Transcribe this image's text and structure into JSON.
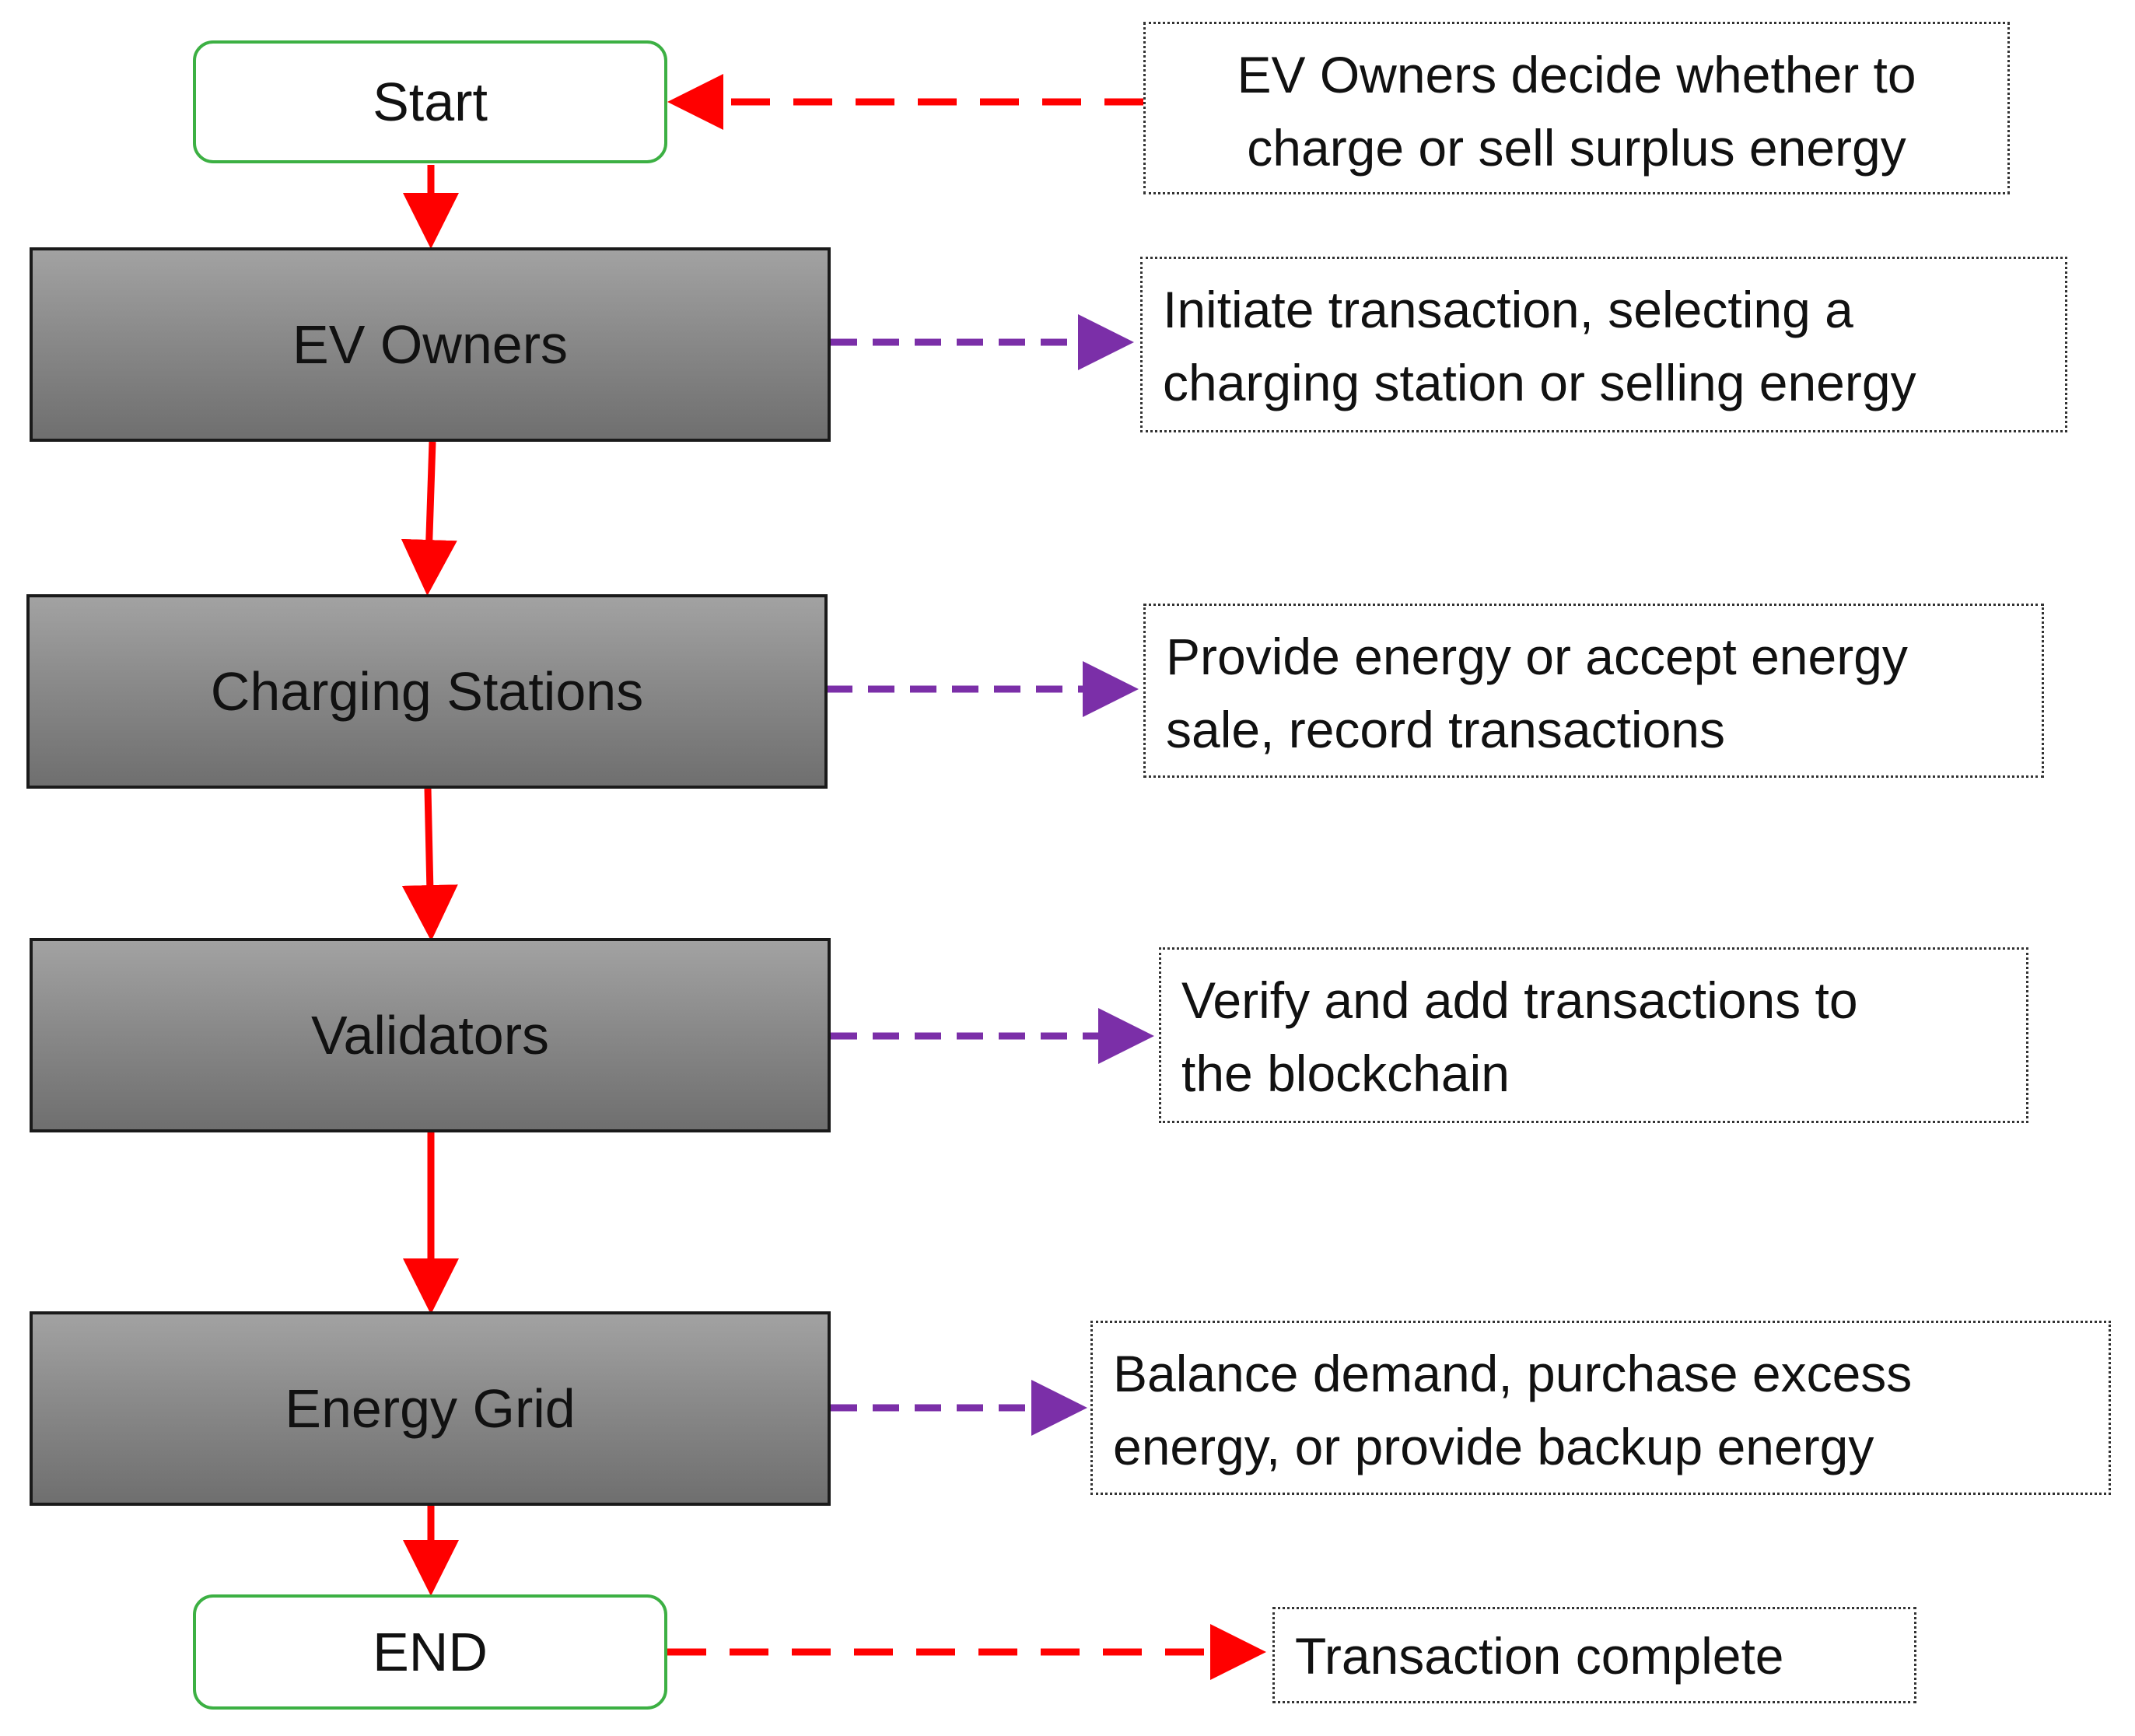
{
  "colors": {
    "flow_arrow": "#ff0000",
    "note_arrow_start_end": "#ff0000",
    "note_arrow_actor": "#7b2fa8",
    "terminal_border": "#3cb043",
    "process_fill_top": "#a2a2a2",
    "process_fill_bottom": "#6f6f6f"
  },
  "nodes": {
    "start": "Start",
    "ev_owners": "EV Owners",
    "charging_stations": "Charging Stations",
    "validators": "Validators",
    "energy_grid": "Energy Grid",
    "end": "END"
  },
  "notes": {
    "start": [
      "EV Owners decide whether to",
      "charge or sell surplus energy"
    ],
    "ev_owners": [
      "Initiate transaction, selecting a",
      "charging station or selling energy"
    ],
    "charging_stations": [
      "Provide energy or accept energy",
      "sale, record transactions"
    ],
    "validators": [
      "Verify and add transactions to",
      "the blockchain"
    ],
    "energy_grid": [
      "Balance demand, purchase excess",
      "energy, or provide backup energy"
    ],
    "end": [
      "Transaction complete"
    ]
  }
}
